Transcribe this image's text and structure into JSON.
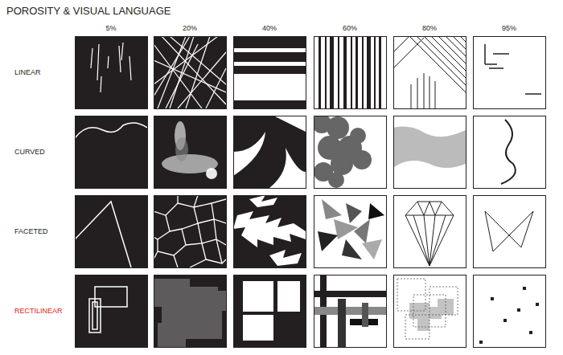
{
  "diagram": {
    "title": "POROSITY & VISUAL LANGUAGE",
    "labels": [
      "5%",
      "20%",
      "40%",
      "60%",
      "80%",
      "95%",
      "LINEAR",
      "CURVED",
      "FACETED",
      "RECTILINEAR"
    ]
  }
}
